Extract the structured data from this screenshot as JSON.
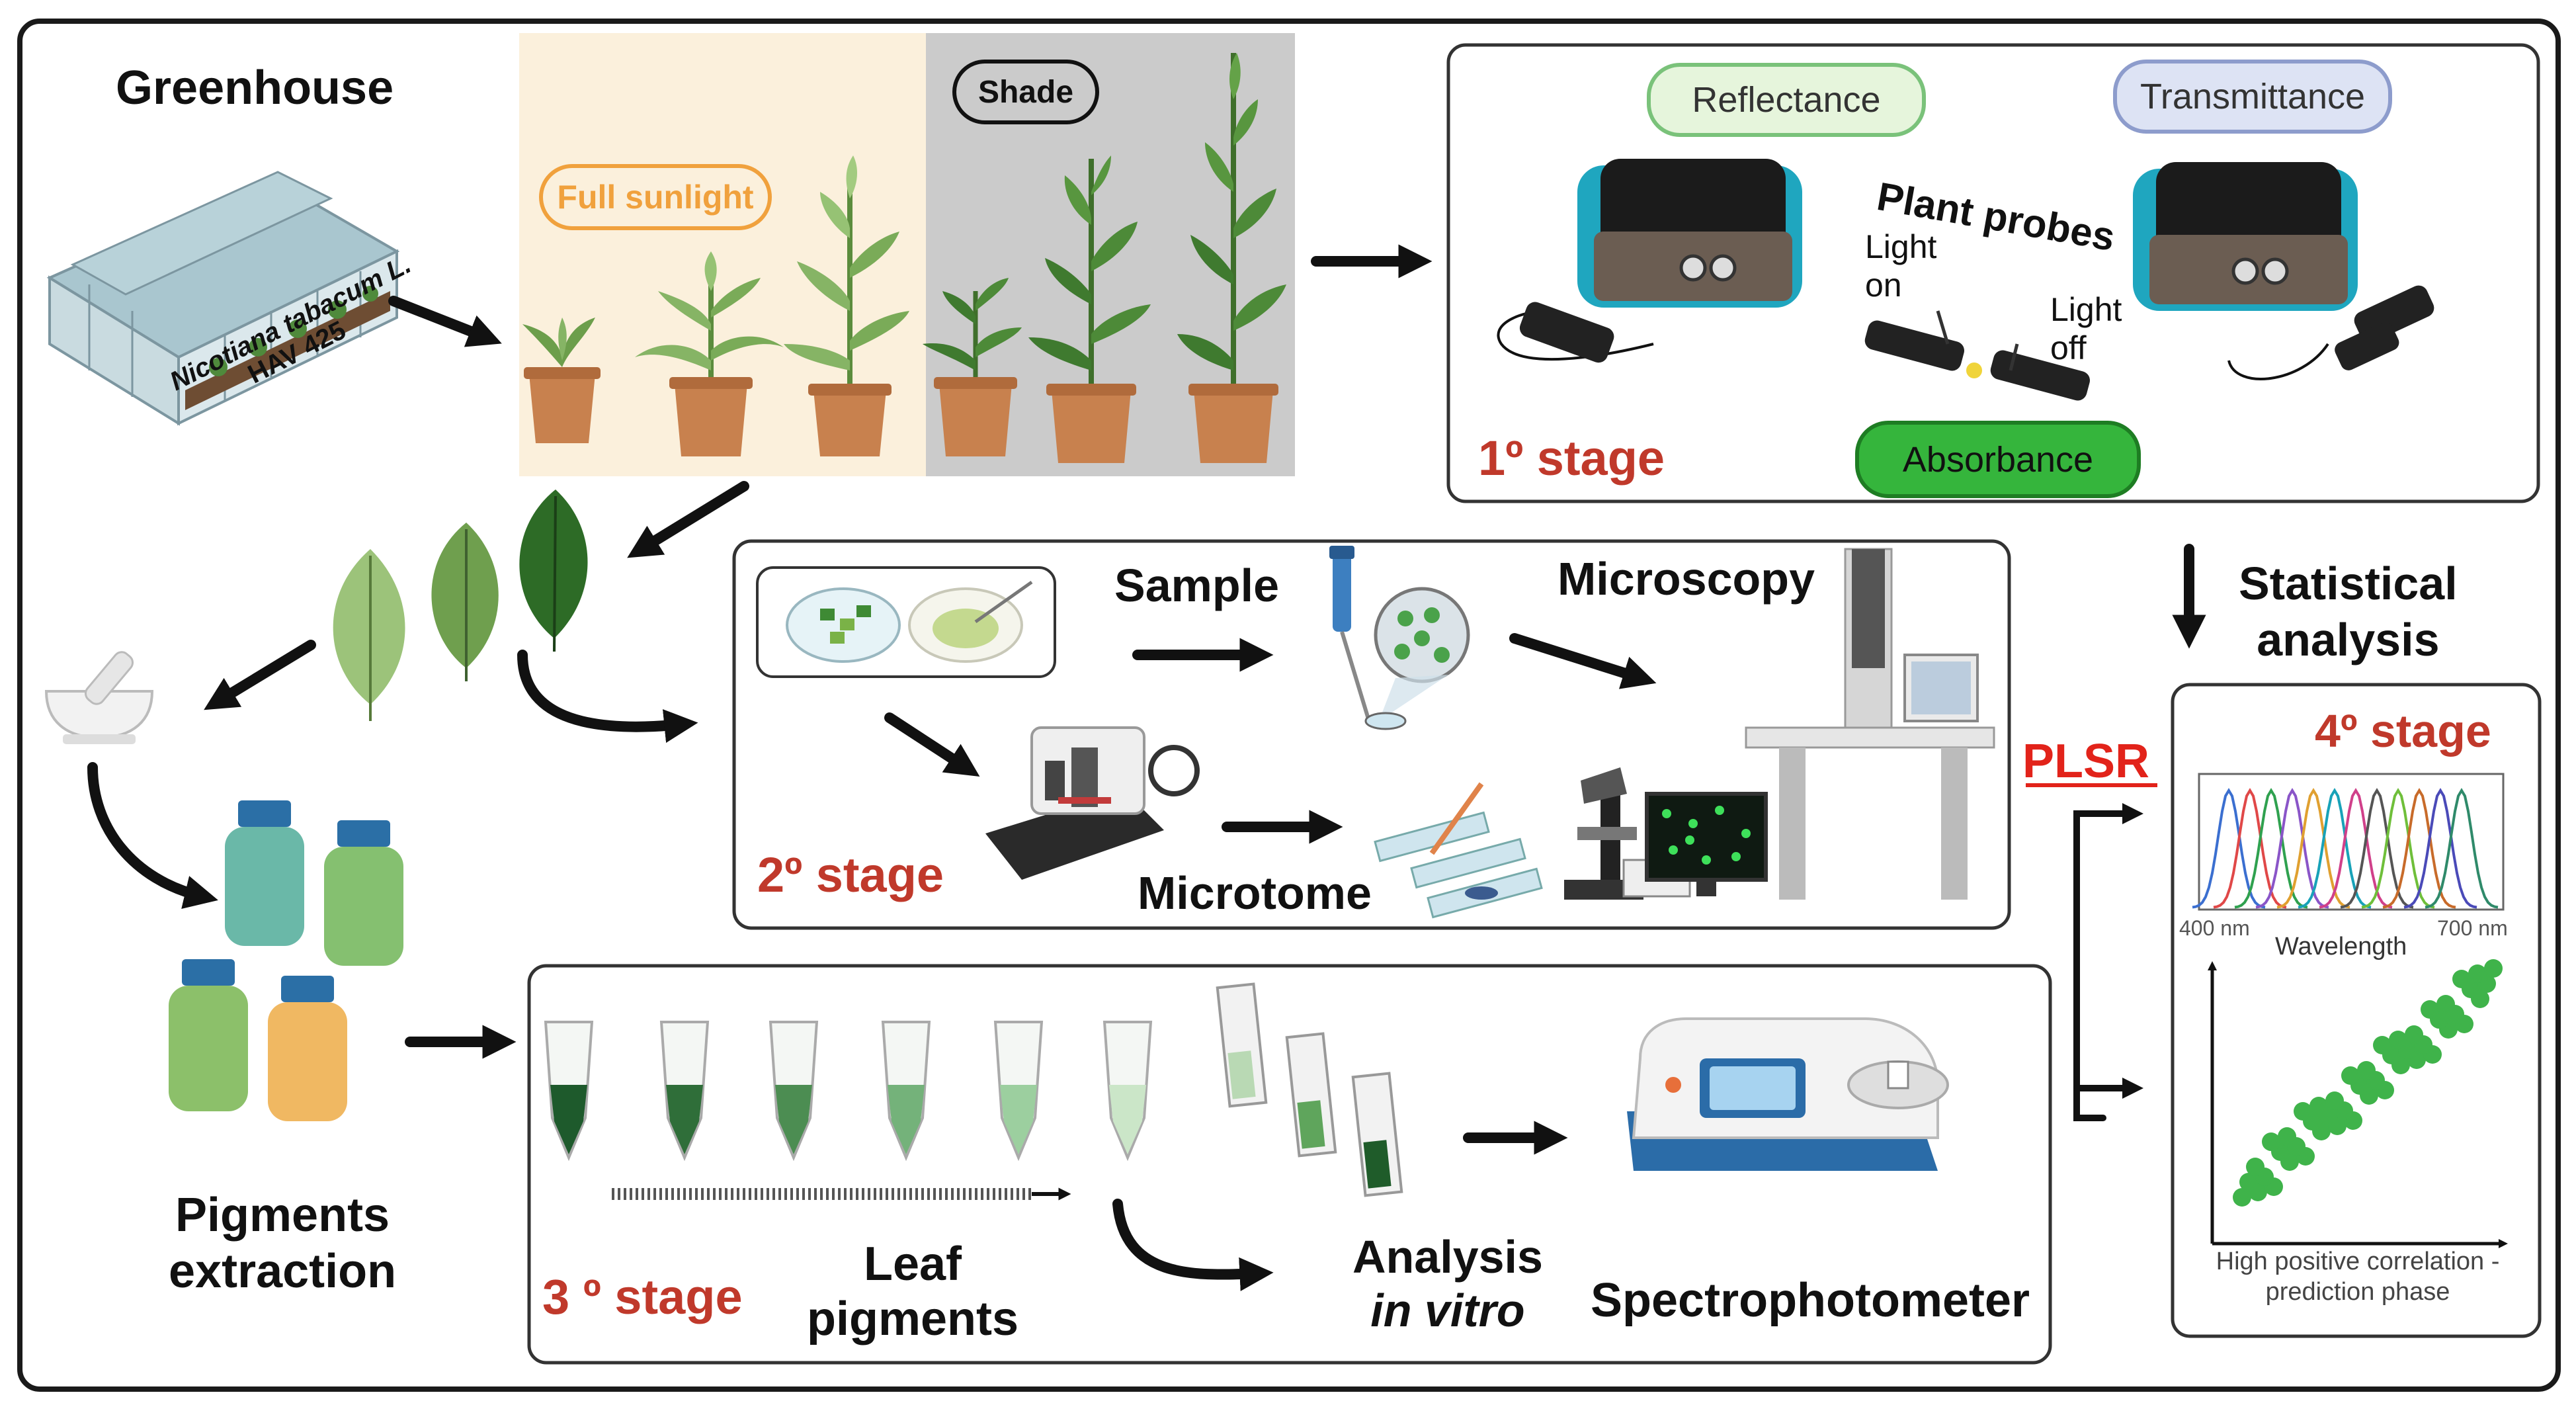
{
  "colors": {
    "stage_label": "#c0392b",
    "sunlight_bg": "#fbf0dc",
    "shade_bg": "#cbcbcb",
    "sunlight_text": "#f0a13d",
    "reflectance_fill": "#e6f5dc",
    "reflectance_border": "#7ac27a",
    "transmittance_fill": "#dde3f4",
    "transmittance_border": "#8d9ccc",
    "absorbance_fill": "#35b53c",
    "plsr": "#e2231a",
    "leaf_light": "#9cc37a",
    "leaf_mid": "#6f9f4e",
    "leaf_dark": "#2d6b26",
    "device_teal": "#1fa6bf"
  },
  "greenhouse": {
    "title": "Greenhouse",
    "species": "Nicotiana tabacum L.",
    "variety": "HAV 425",
    "icon": "greenhouse-icon"
  },
  "treatments": {
    "full_sunlight": "Full sunlight",
    "shade": "Shade"
  },
  "stage1": {
    "label": "1º stage",
    "reflectance": "Reflectance",
    "transmittance": "Transmittance",
    "plant_probes": "Plant probes",
    "light_on": "Light\non",
    "light_off": "Light\noff",
    "absorbance": "Absorbance"
  },
  "stage2": {
    "label": "2º stage",
    "sample": "Sample",
    "microscopy": "Microscopy",
    "microtome": "Microtome"
  },
  "stage3": {
    "label": "3 º stage",
    "leaf_pigments": "Leaf\npigments",
    "analysis": "Analysis",
    "in_vitro": "in vitro",
    "spectrophotometer": "Spectrophotometer"
  },
  "pigments_extraction": "Pigments\nextraction",
  "statistical_analysis": "Statistical\nanalysis",
  "plsr": "PLSR",
  "stage4": {
    "label": "4º stage",
    "wavelength": "Wavelength",
    "nm_start": "400 nm",
    "nm_end": "700 nm",
    "correlation": "High positive correlation -\nprediction phase"
  }
}
